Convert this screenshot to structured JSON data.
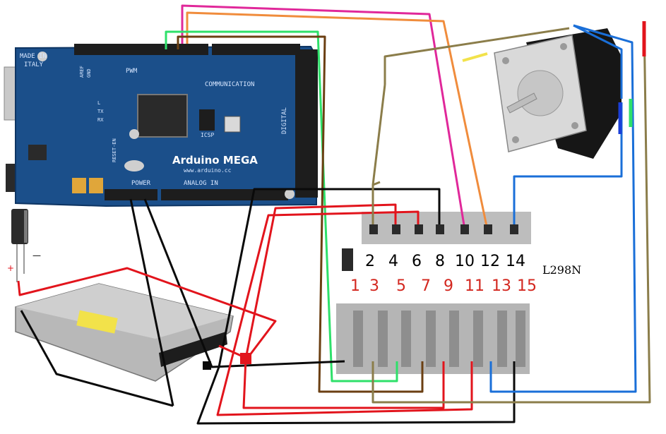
{
  "arduino": {
    "made_in": "MADE IN",
    "country": "ITALY",
    "brand": "Arduino MEGA",
    "url": "www.arduino.cc",
    "pwm": "PWM",
    "communication": "COMMUNICATION",
    "digital": "DIGITAL",
    "analog_in": "ANALOG IN",
    "power": "POWER",
    "icsp": "ICSP",
    "aref": "AREF",
    "gnd": "GND",
    "reset_en": "RESET-EN",
    "l_label": "L",
    "tx": "TX",
    "rx": "RX"
  },
  "chip": {
    "label": "L298N",
    "even_pins": [
      "2",
      "4",
      "6",
      "8",
      "10",
      "12",
      "14"
    ],
    "odd_pins": [
      "1",
      "3",
      "5",
      "7",
      "9",
      "11",
      "13",
      "15"
    ]
  },
  "capacitor": {
    "plus": "+",
    "minus": "—"
  },
  "colors": {
    "red": "#e2141c",
    "black": "#0a0a0a",
    "olive": "#8b7d4a",
    "magenta": "#e0289a",
    "orange": "#f08c3c",
    "green": "#2ee06a",
    "brown": "#6b3f12",
    "blue": "#1a6fd8",
    "board": "#1b4f8a"
  }
}
